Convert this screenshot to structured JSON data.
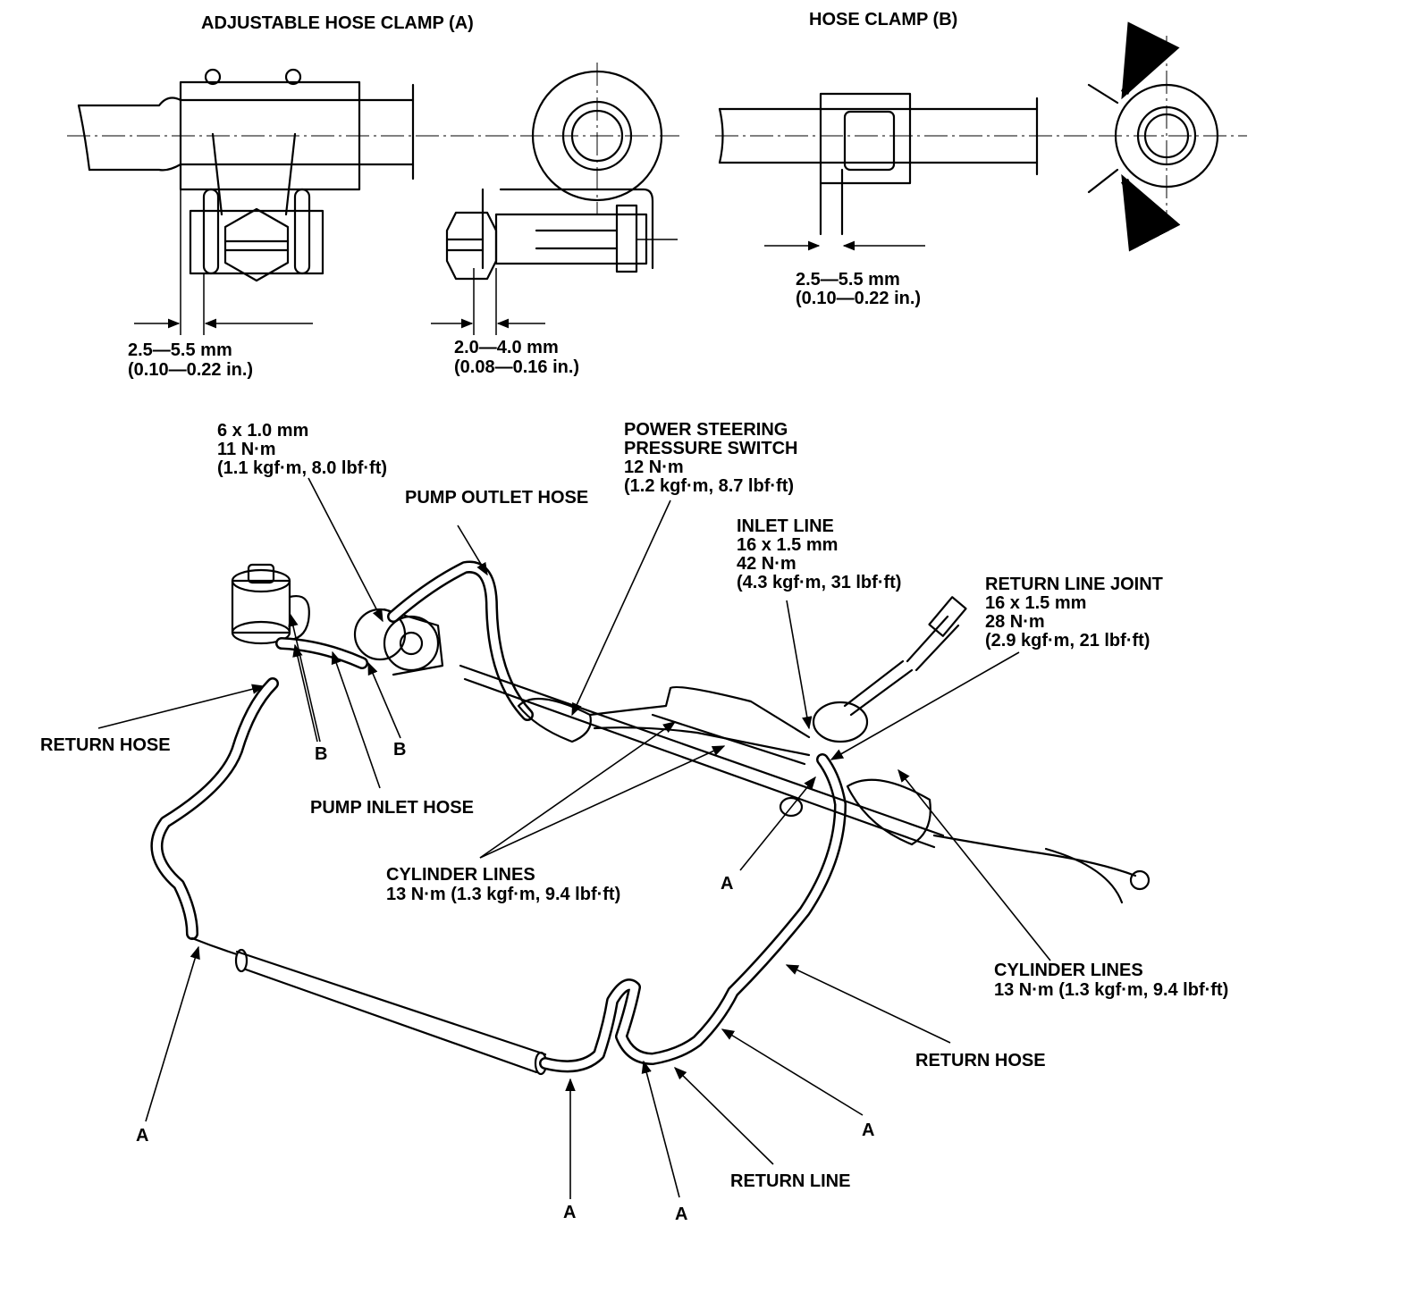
{
  "clamp_a": {
    "title": "ADJUSTABLE HOSE CLAMP (A)",
    "dim1_line1": "2.5—5.5 mm",
    "dim1_line2": "(0.10—0.22 in.)",
    "dim2_line1": "2.0—4.0 mm",
    "dim2_line2": "(0.08—0.16 in.)"
  },
  "clamp_b": {
    "title": "HOSE CLAMP (B)",
    "dim_line1": "2.5—5.5 mm",
    "dim_line2": "(0.10—0.22 in.)"
  },
  "callouts": {
    "pump_bolt": [
      "6 x 1.0 mm",
      "11 N·m",
      "(1.1 kgf·m, 8.0 lbf·ft)"
    ],
    "pump_outlet_hose": "PUMP OUTLET HOSE",
    "pressure_switch": [
      "POWER STEERING",
      "PRESSURE SWITCH",
      "12 N·m",
      "(1.2 kgf·m, 8.7 lbf·ft)"
    ],
    "inlet_line": [
      "INLET LINE",
      "16 x 1.5 mm",
      "42 N·m",
      "(4.3 kgf·m, 31 lbf·ft)"
    ],
    "return_line_joint": [
      "RETURN LINE JOINT",
      "16 x 1.5 mm",
      "28 N·m",
      "(2.9 kgf·m, 21 lbf·ft)"
    ],
    "return_hose_left": "RETURN HOSE",
    "pump_inlet_hose": "PUMP INLET HOSE",
    "clamp_b_label": "B",
    "cylinder_lines_center": [
      "CYLINDER LINES",
      "13 N·m (1.3 kgf·m, 9.4 lbf·ft)"
    ],
    "cylinder_lines_right": [
      "CYLINDER LINES",
      "13 N·m (1.3 kgf·m, 9.4 lbf·ft)"
    ],
    "return_hose_right": "RETURN HOSE",
    "return_line": "RETURN LINE",
    "clamp_a_label": "A"
  }
}
